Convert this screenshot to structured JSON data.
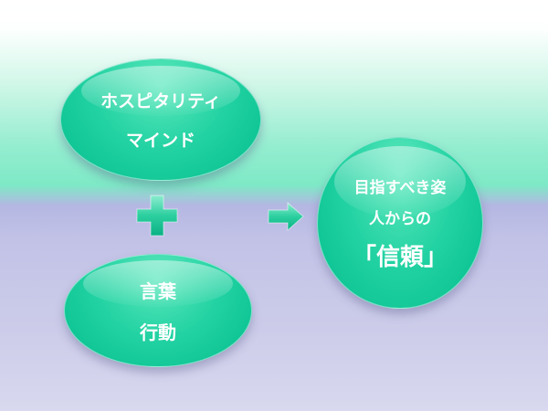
{
  "slide": {
    "top_ellipse": {
      "lines": [
        "ホスピタリティ",
        "マインド"
      ]
    },
    "bottom_ellipse": {
      "lines": [
        "言葉",
        "行動"
      ]
    },
    "result_circle": {
      "lines": [
        "目指すべき姿",
        "人からの",
        "「信頼」"
      ]
    },
    "connectors": {
      "plus": "plus",
      "arrow": "right-arrow"
    },
    "colors": {
      "shape_green": "#04bd8d",
      "shape_green_light": "#5ce8bd",
      "background_mint": "#7ee9c6",
      "background_lavender": "#c6c6e9",
      "text": "#ffffff"
    }
  }
}
